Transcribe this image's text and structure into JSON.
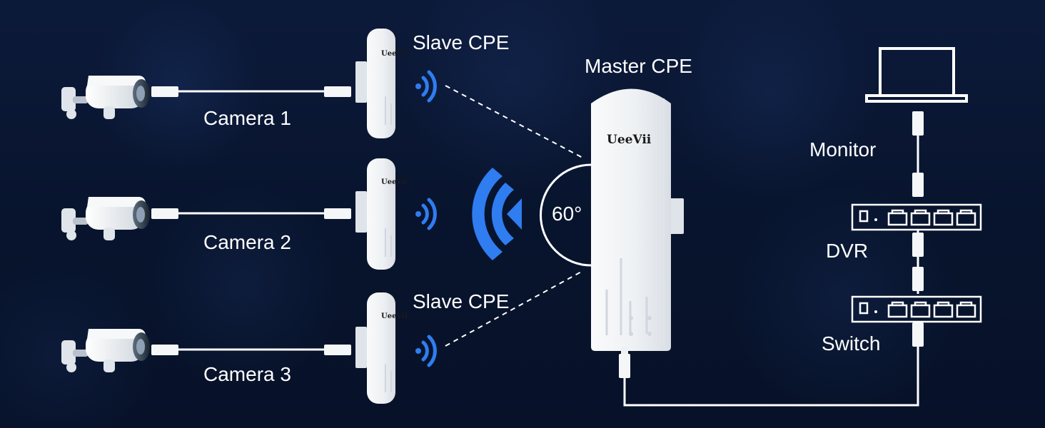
{
  "labels": {
    "slave_cpe_top": "Slave CPE",
    "slave_cpe_bottom": "Slave CPE",
    "master_cpe": "Master CPE",
    "camera_1": "Camera 1",
    "camera_2": "Camera 2",
    "camera_3": "Camera 3",
    "angle": "60°",
    "monitor": "Monitor",
    "dvr": "DVR",
    "switch": "Switch"
  },
  "brand": {
    "master": "UeeVii",
    "slave_1": "UeeVii",
    "slave_2": "UeeVii",
    "slave_3": "UeeVii"
  },
  "colors": {
    "background": "#0a1733",
    "device_white": "#f3f4f6",
    "cable": "#ffffff",
    "signal": "#2f7df0",
    "text": "#ffffff"
  },
  "icons": {
    "camera": "security-camera-icon",
    "slave_device": "slave-cpe-device",
    "master_device": "master-cpe-device",
    "wifi": "wireless-signal-icon",
    "monitor": "laptop-monitor-icon",
    "dvr": "dvr-device",
    "switch": "network-switch-device"
  }
}
